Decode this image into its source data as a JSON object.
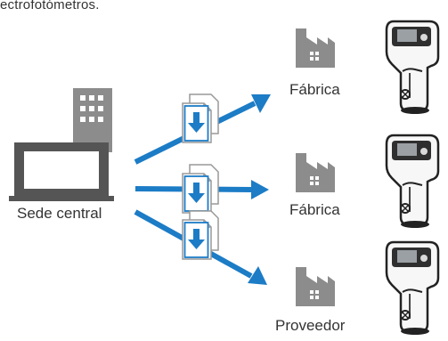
{
  "caption": "ectrofotómetros.",
  "hq_label": "Sede central",
  "destinations": [
    {
      "label": "Fábrica"
    },
    {
      "label": "Fábrica"
    },
    {
      "label": "Proveedor"
    }
  ],
  "colors": {
    "arrow": "#1c7cc6",
    "icon_gray": "#8c8c8c",
    "laptop": "#555555"
  },
  "icons": {
    "hq": "building-icon",
    "pc": "laptop-icon",
    "file": "file-download-icon",
    "site": "factory-icon",
    "device": "spectrophotometer-icon"
  }
}
